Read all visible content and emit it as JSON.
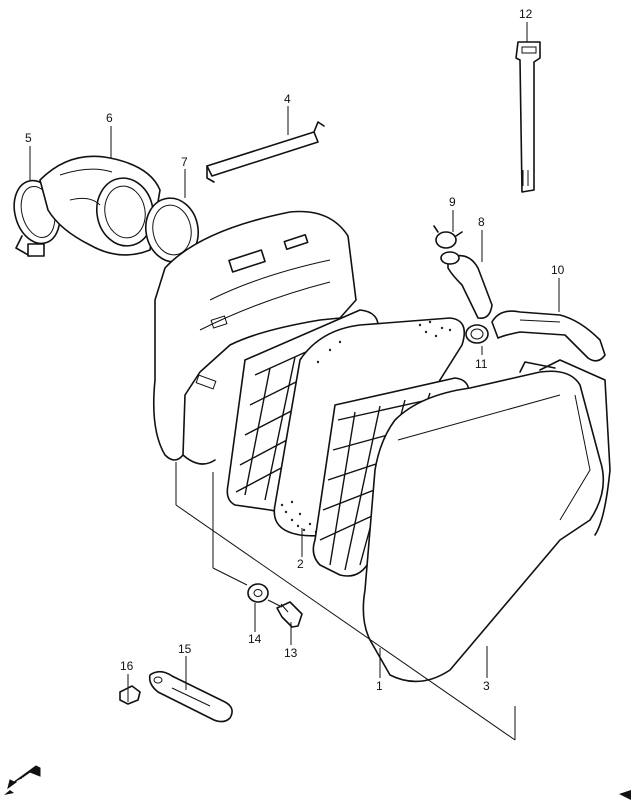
{
  "parts": [
    {
      "id": "1",
      "label": "1"
    },
    {
      "id": "2",
      "label": "2"
    },
    {
      "id": "3",
      "label": "3"
    },
    {
      "id": "4",
      "label": "4"
    },
    {
      "id": "5",
      "label": "5"
    },
    {
      "id": "6",
      "label": "6"
    },
    {
      "id": "7",
      "label": "7"
    },
    {
      "id": "8",
      "label": "8"
    },
    {
      "id": "9",
      "label": "9"
    },
    {
      "id": "10",
      "label": "10"
    },
    {
      "id": "11",
      "label": "11"
    },
    {
      "id": "12",
      "label": "12"
    },
    {
      "id": "13",
      "label": "13"
    },
    {
      "id": "14",
      "label": "14"
    },
    {
      "id": "15",
      "label": "15"
    },
    {
      "id": "16",
      "label": "16"
    }
  ],
  "forward_marker": {
    "label": "FWD",
    "icon": "forward-arrow-icon"
  }
}
